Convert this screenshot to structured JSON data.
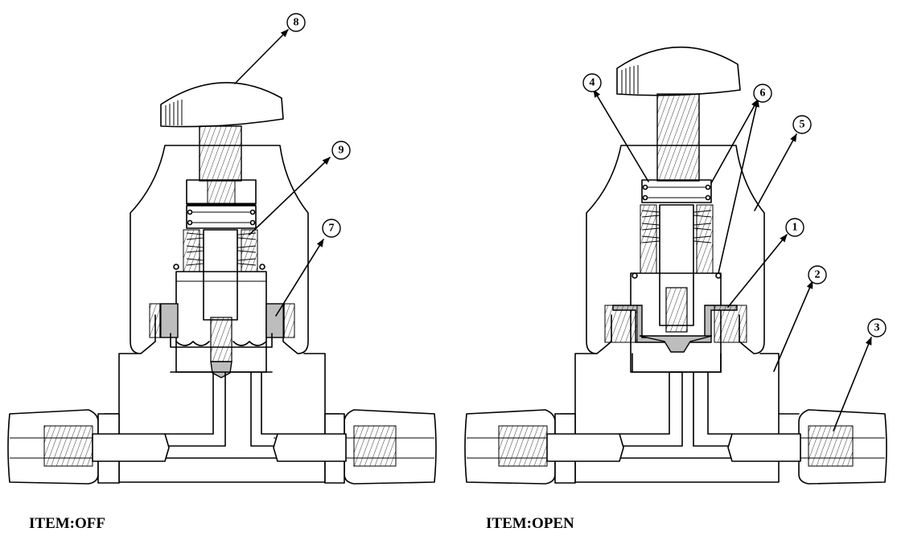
{
  "captions": {
    "off": "ITEM:OFF",
    "open": "ITEM:OPEN"
  },
  "callouts": {
    "c1": "1",
    "c2": "2",
    "c3": "3",
    "c4": "4",
    "c5": "5",
    "c6": "6",
    "c7": "7",
    "c8": "8",
    "c9": "9"
  }
}
